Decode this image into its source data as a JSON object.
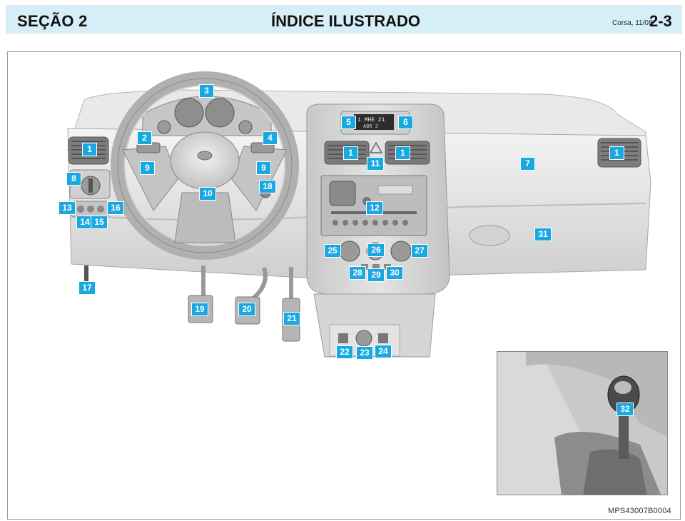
{
  "header": {
    "section": "SEÇÃO 2",
    "title": "ÍNDICE ILUSTRADO",
    "model_date": "Corsa, 11/08",
    "page_number": "2-3"
  },
  "figure": {
    "code": "MPS43007B0004",
    "callouts": [
      "1",
      "1",
      "1",
      "1",
      "2",
      "3",
      "4",
      "5",
      "6",
      "7",
      "8",
      "9",
      "9",
      "10",
      "11",
      "12",
      "13",
      "14",
      "15",
      "16",
      "17",
      "18",
      "19",
      "20",
      "21",
      "22",
      "23",
      "24",
      "25",
      "26",
      "27",
      "28",
      "29",
      "30",
      "31",
      "32"
    ],
    "display_readout_1": "1 MHE  21",
    "display_readout_2": "ABR 2"
  }
}
